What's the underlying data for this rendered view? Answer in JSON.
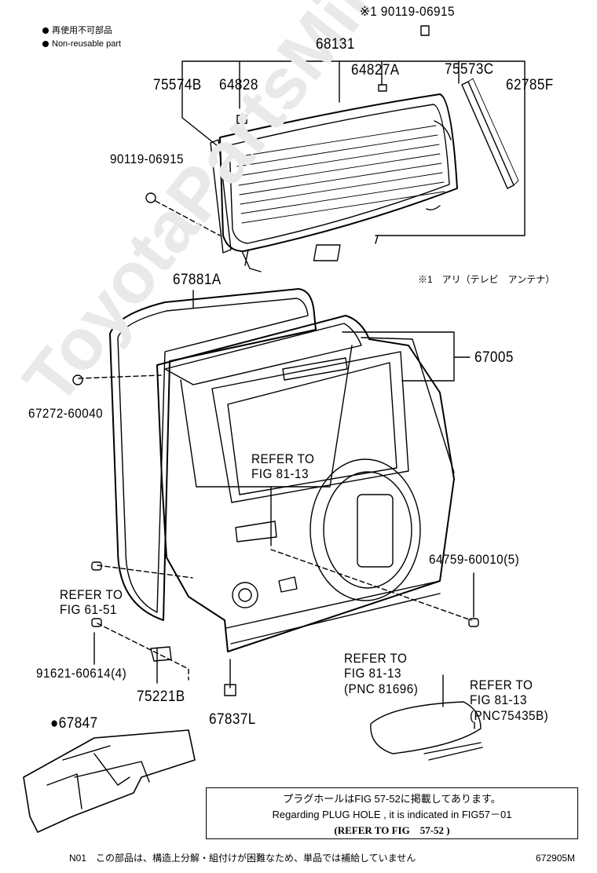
{
  "legend": {
    "jp": "再使用不可部品",
    "en": "Non-reusable part"
  },
  "watermark": "ToyotaPartsMine.ru",
  "labels": {
    "p90119_top": "※1 90119-06915",
    "p68131": "68131",
    "p75574b": "75574B",
    "p64828": "64828",
    "p64827a": "64827A",
    "p75573c": "75573C",
    "p62785f": "62785F",
    "p90119_left": "90119-06915",
    "antenna_note": "※1　アリ（テレビ　アンテナ）",
    "p67881a": "67881A",
    "p67005": "67005",
    "p67272": "67272-60040",
    "refer_81_13_a1": "REFER TO",
    "refer_81_13_a2": "FIG 81-13",
    "p64759": "64759-60010(5)",
    "refer_61_51_1": "REFER TO",
    "refer_61_51_2": "FIG 61-51",
    "p91621": "91621-60614(4)",
    "p75221b": "75221B",
    "refer_81696_1": "REFER TO",
    "refer_81696_2": "FIG 81-13",
    "refer_81696_3": "(PNC 81696)",
    "refer_75435_1": "REFER TO",
    "refer_75435_2": "FIG 81-13",
    "refer_75435_3": "(PNC75435B)",
    "p67847": "●67847",
    "p67837l": "67837L"
  },
  "note": {
    "line1": "プラグホールはFIG 57-52に掲載してあります。",
    "line2": "Regarding PLUG HOLE , it is indicated in FIG57－01",
    "line3": "(REFER TO FIG　57-52 )"
  },
  "footer": {
    "note": "N01　この部品は、構造上分解・組付けが困難なため、単品では補給していません",
    "code": "672905M"
  }
}
